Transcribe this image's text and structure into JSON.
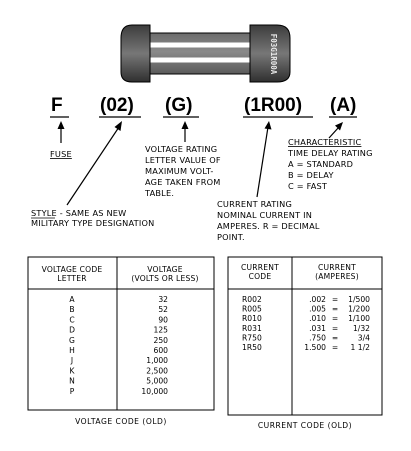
{
  "fuse_body_marking": "F03G1R00A",
  "part_number": {
    "segments": [
      "F",
      "(02)",
      "(G)",
      "(1R00)",
      "(A)"
    ]
  },
  "callouts": {
    "fuse": [
      "FUSE"
    ],
    "style": [
      "STYLE - SAME AS NEW",
      "MILITARY TYPE DESIGNATION"
    ],
    "voltage": [
      "VOLTAGE RATING",
      "LETTER VALUE OF",
      "MAXIMUM VOLT-",
      "AGE TAKEN FROM",
      "TABLE."
    ],
    "current": [
      "CURRENT RATING",
      "NOMINAL CURRENT IN",
      "AMPERES.  R = DECIMAL",
      "POINT."
    ],
    "characteristic": [
      "CHARACTERISTIC",
      "TIME DELAY RATING",
      "A = STANDARD",
      "B = DELAY",
      "C = FAST"
    ]
  },
  "voltage_table": {
    "header_left": [
      "VOLTAGE CODE",
      "LETTER"
    ],
    "header_right": [
      "VOLTAGE",
      "(VOLTS OR LESS)"
    ],
    "rows": [
      [
        "A",
        "32"
      ],
      [
        "B",
        "52"
      ],
      [
        "C",
        "90"
      ],
      [
        "D",
        "125"
      ],
      [
        "G",
        "250"
      ],
      [
        "H",
        "600"
      ],
      [
        "J",
        "1,000"
      ],
      [
        "K",
        "2,500"
      ],
      [
        "N",
        "5,000"
      ],
      [
        "P",
        "10,000"
      ]
    ],
    "caption": "VOLTAGE CODE (OLD)"
  },
  "current_table": {
    "header_left": [
      "CURRENT",
      "CODE"
    ],
    "header_right": [
      "CURRENT",
      "(AMPERES)"
    ],
    "rows": [
      [
        "R002",
        ".002",
        "=",
        "1/500"
      ],
      [
        "R005",
        ".005",
        "=",
        "1/200"
      ],
      [
        "R010",
        ".010",
        "=",
        "1/100"
      ],
      [
        "R031",
        ".031",
        "=",
        "1/32"
      ],
      [
        "R750",
        ".750",
        "=",
        "3/4"
      ],
      [
        "1R50",
        "1.500",
        "=",
        "1 1/2"
      ]
    ],
    "caption": "CURRENT CODE (OLD)"
  }
}
